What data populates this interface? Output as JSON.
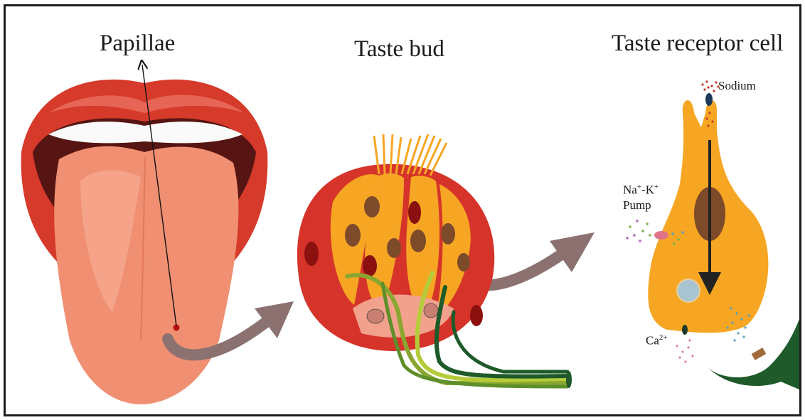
{
  "titles": {
    "papillae": "Papillae",
    "taste_bud": "Taste bud",
    "receptor_cell": "Taste receptor cell"
  },
  "labels": {
    "sodium": "Sodium",
    "na_part1": "Na",
    "na_sup": "+",
    "na_part2": "-K",
    "k_sup": "+",
    "pump": "Pump",
    "ca": "Ca",
    "ca_sup": "2+"
  },
  "colors": {
    "lips": "#d63a2a",
    "tongue": "#f08f72",
    "bud_outer": "#d6342a",
    "receptor_cell": "#f6a623",
    "nucleus": "#7d4a2a",
    "nerve": "#1e5a2a",
    "arrow": "#8c7171"
  }
}
